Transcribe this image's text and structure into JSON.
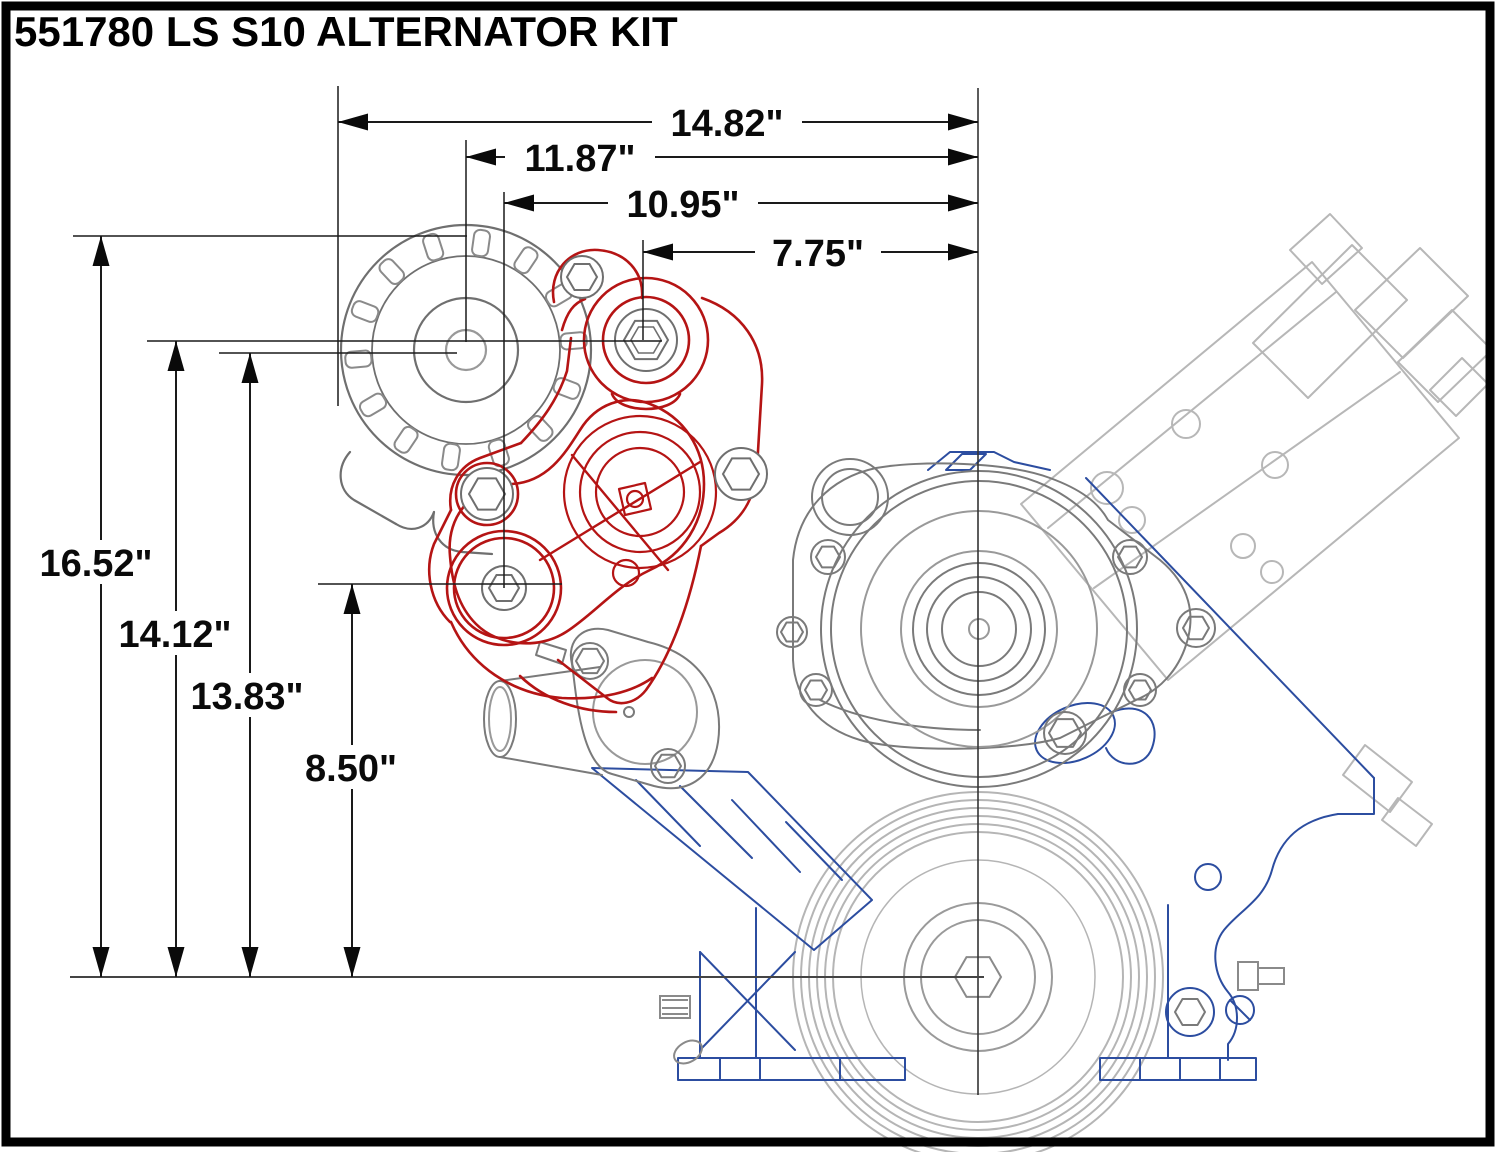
{
  "title": "551780 LS S10 ALTERNATOR KIT",
  "units": "inches",
  "colors": {
    "kit_highlight_red": "#b51414",
    "engine_block_blue": "#2c4da0",
    "component_gray": "#7a7a7a",
    "light_gray": "#b5b5b5",
    "dimension_black": "#111111",
    "background": "#ffffff",
    "frame": "#000000"
  },
  "dimensions": {
    "horizontal": [
      {
        "label": "14.82\"",
        "value": 14.82
      },
      {
        "label": "11.87\"",
        "value": 11.87
      },
      {
        "label": "10.95\"",
        "value": 10.95
      },
      {
        "label": "7.75\"",
        "value": 7.75
      }
    ],
    "vertical": [
      {
        "label": "16.52\"",
        "value": 16.52
      },
      {
        "label": "14.12\"",
        "value": 14.12
      },
      {
        "label": "13.83\"",
        "value": 13.83
      },
      {
        "label": "8.50\"",
        "value": 8.5
      }
    ]
  }
}
